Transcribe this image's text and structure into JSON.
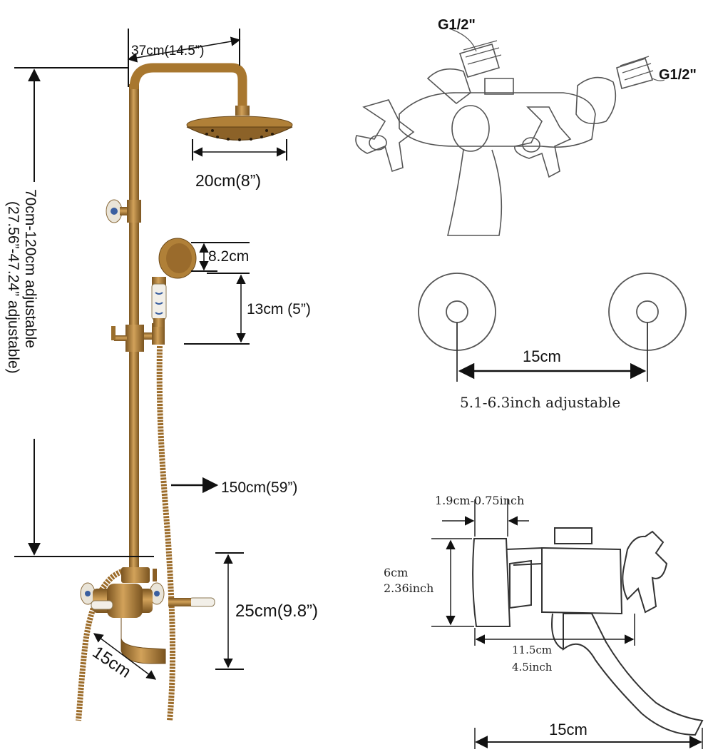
{
  "shower_diagram": {
    "top_width_label": "37cm(14.5”)",
    "head_diameter_label": "20cm(8”)",
    "height_range_label": "70cm-120cm  adjustable",
    "height_range_inch_label": "(27.56”-47.24” adjustable)",
    "handshower_head_label": "8.2cm",
    "handshower_handle_label": "13cm (5”)",
    "hose_length_label": "150cm(59”)",
    "mixer_height_label": "25cm(9.8”)",
    "spout_label": "15cm"
  },
  "valve_top": {
    "inlet_left_label": "G1/2\"",
    "inlet_right_label": "G1/2\""
  },
  "wall_plates": {
    "center_distance_label": "15cm",
    "adjustable_label": "5.1-6.3inch adjustable"
  },
  "side_view": {
    "plate_thickness_label": "1.9cm-0.75inch",
    "height_cm_label": "6cm",
    "height_inch_label": "2.36inch",
    "depth_cm_label": "11.5cm",
    "depth_inch_label": "4.5inch",
    "spout_length_label": "15cm"
  },
  "colors": {
    "brass": "#b8863b",
    "brass_dark": "#7a5420",
    "line": "#111111",
    "sketch": "#555555"
  }
}
